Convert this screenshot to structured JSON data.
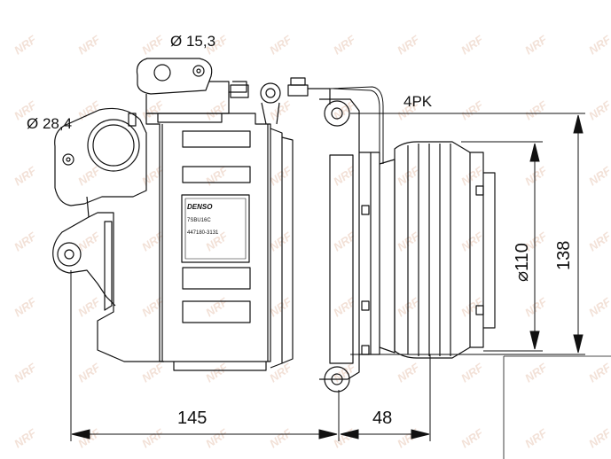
{
  "watermark": {
    "text": "NRF",
    "color": "#e9c9b8"
  },
  "dimensions": {
    "port_small": "Ø 15,3",
    "port_large": "Ø 28,4",
    "belt": "4PK",
    "pulley_diameter": "⌀110",
    "height": "138",
    "length": "145",
    "clutch_offset": "48"
  },
  "nameplate": {
    "brand": "DENSO",
    "model": "7SBU16C",
    "part_number": "447180-3131"
  },
  "colors": {
    "line": "#111111",
    "background": "#ffffff"
  }
}
